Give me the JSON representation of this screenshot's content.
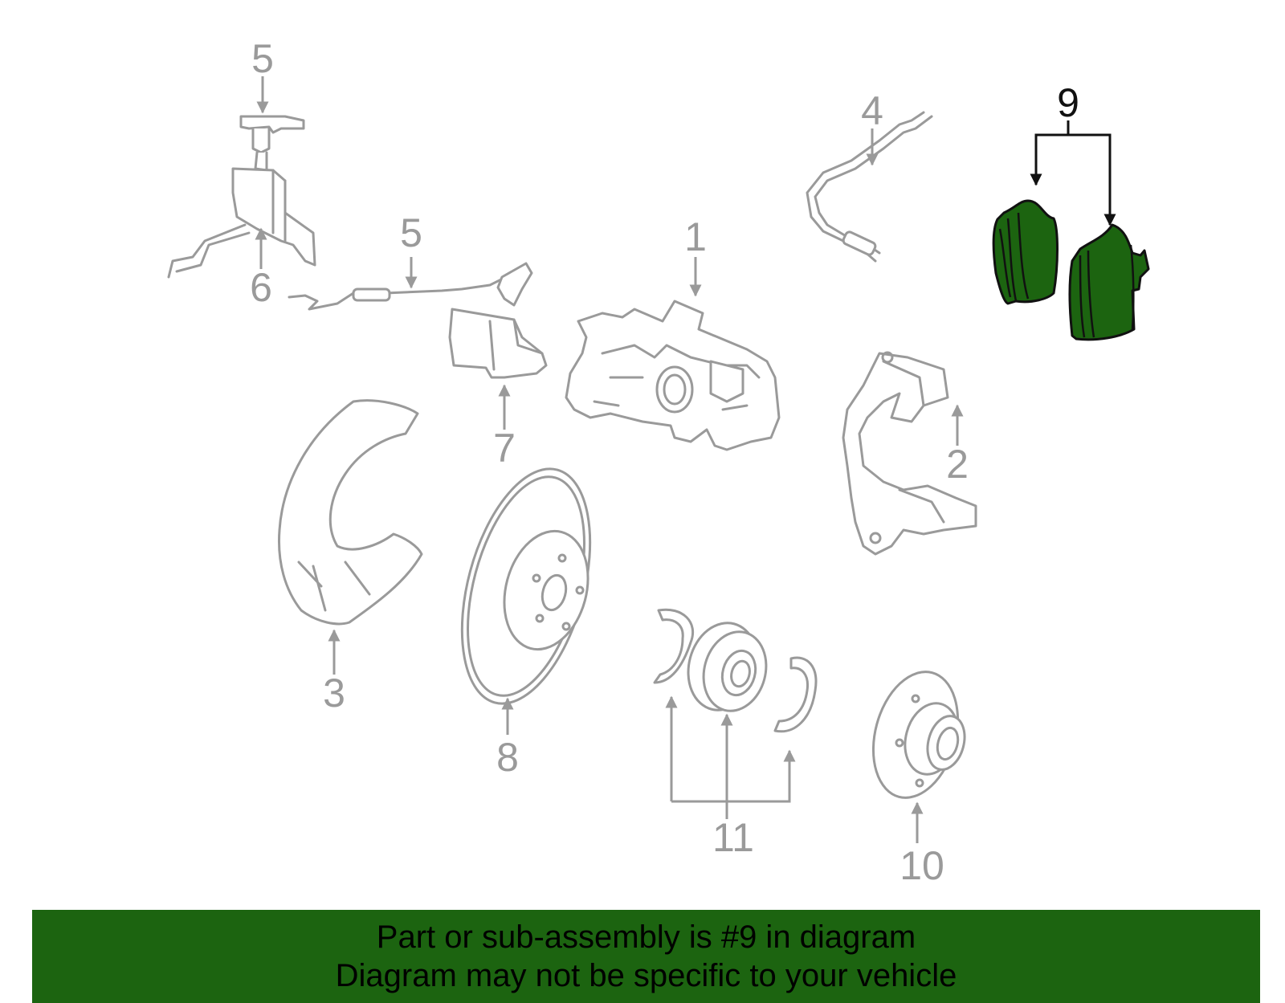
{
  "diagram": {
    "callouts": {
      "c1": "1",
      "c2": "2",
      "c3": "3",
      "c4": "4",
      "c5a": "5",
      "c5b": "5",
      "c6": "6",
      "c7": "7",
      "c8": "8",
      "c9": "9",
      "c10": "10",
      "c11": "11"
    },
    "highlighted_part": "9",
    "colors": {
      "highlight": "#1c6410",
      "part_outline": "#9a9a9a",
      "leader_active": "#111111"
    }
  },
  "banner": {
    "line1": "Part or sub-assembly is #9 in diagram",
    "line2": "Diagram may not be specific to your vehicle"
  }
}
